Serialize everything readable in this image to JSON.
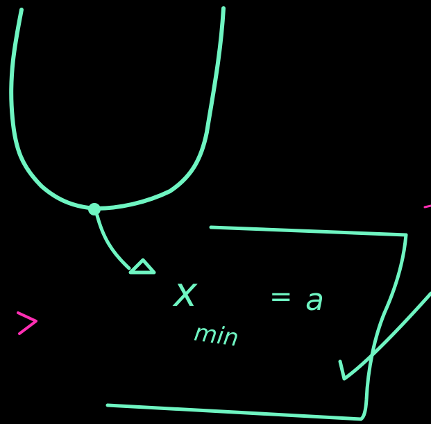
{
  "colors": {
    "background": "#000000",
    "ink": "#6ff5c2",
    "accent": "#ff2fb3"
  },
  "annotation": {
    "variable": "x",
    "subscript": "min",
    "equals": "=",
    "value": "a"
  }
}
